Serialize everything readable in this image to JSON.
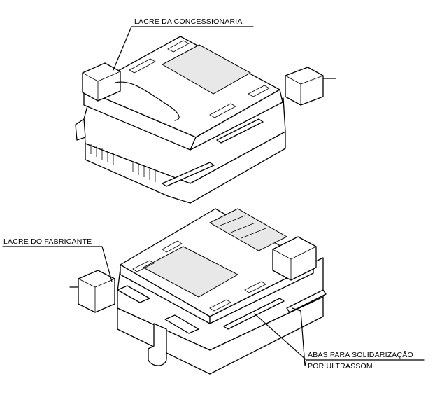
{
  "labels": {
    "concessionaire_seal": "LACRE DA CONCESSIONÁRIA",
    "manufacturer_seal": "LACRE DO FABRICANTE",
    "ultrasonic_tabs_line1": "ABAS PARA SOLIDARIZAÇÃO",
    "ultrasonic_tabs_line2": "POR ULTRASSOM"
  },
  "colors": {
    "line": "#000000",
    "background": "#ffffff",
    "shade": "#e8e8e8"
  }
}
